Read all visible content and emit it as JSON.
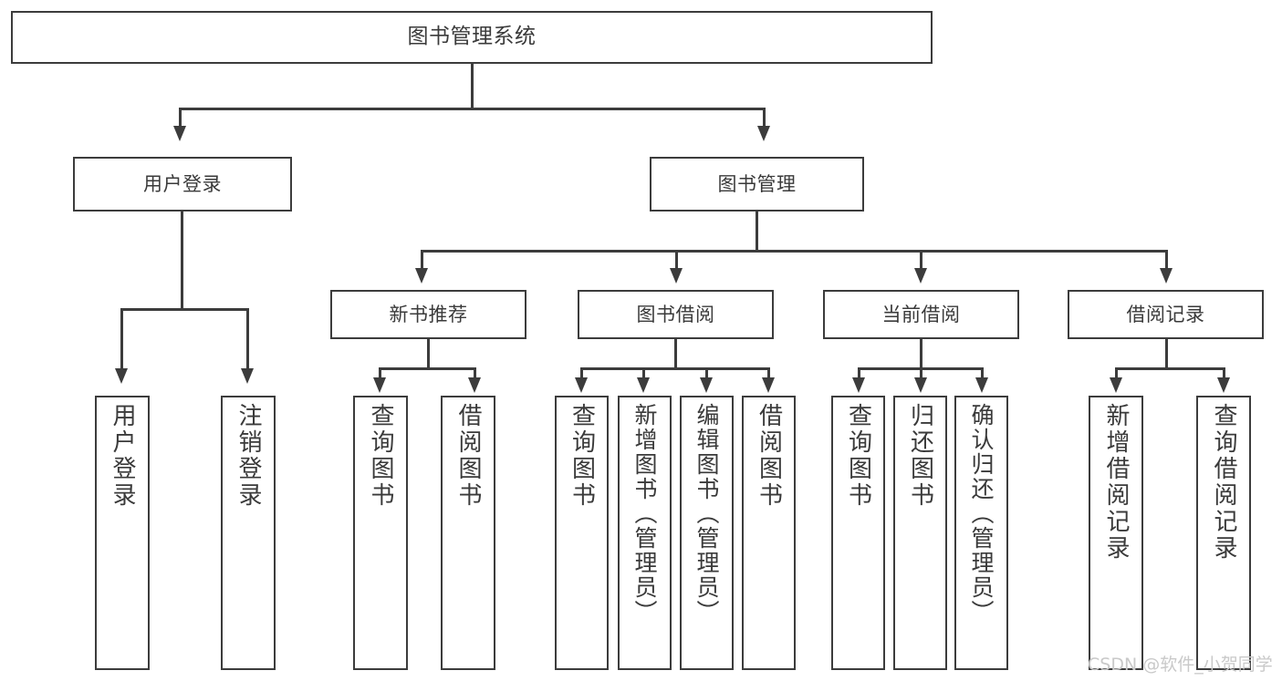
{
  "diagram": {
    "title": "图书管理系统",
    "type": "functional-decomposition-tree",
    "root": {
      "label": "图书管理系统"
    },
    "level1": [
      {
        "label": "用户登录"
      },
      {
        "label": "图书管理"
      }
    ],
    "level2": [
      {
        "label": "新书推荐"
      },
      {
        "label": "图书借阅"
      },
      {
        "label": "当前借阅"
      },
      {
        "label": "借阅记录"
      }
    ],
    "leaves": {
      "user_login": [
        {
          "label": "用户登录"
        },
        {
          "label": "注销登录"
        }
      ],
      "new_book_recommend": [
        {
          "label": "查询图书"
        },
        {
          "label": "借阅图书"
        }
      ],
      "book_borrow": [
        {
          "label": "查询图书"
        },
        {
          "label": "新增图书（管理员）"
        },
        {
          "label": "编辑图书（管理员）"
        },
        {
          "label": "借阅图书"
        }
      ],
      "current_borrow": [
        {
          "label": "查询图书"
        },
        {
          "label": "归还图书"
        },
        {
          "label": "确认归还（管理员）"
        }
      ],
      "borrow_record": [
        {
          "label": "新增借阅记录"
        },
        {
          "label": "查询借阅记录"
        }
      ]
    }
  },
  "watermark": {
    "text": "CSDN @软件_小贺同学"
  },
  "colors": {
    "border": "#3c3c3c",
    "text": "#3a3a3a",
    "background": "#ffffff",
    "watermark": "#c9c9c9"
  }
}
